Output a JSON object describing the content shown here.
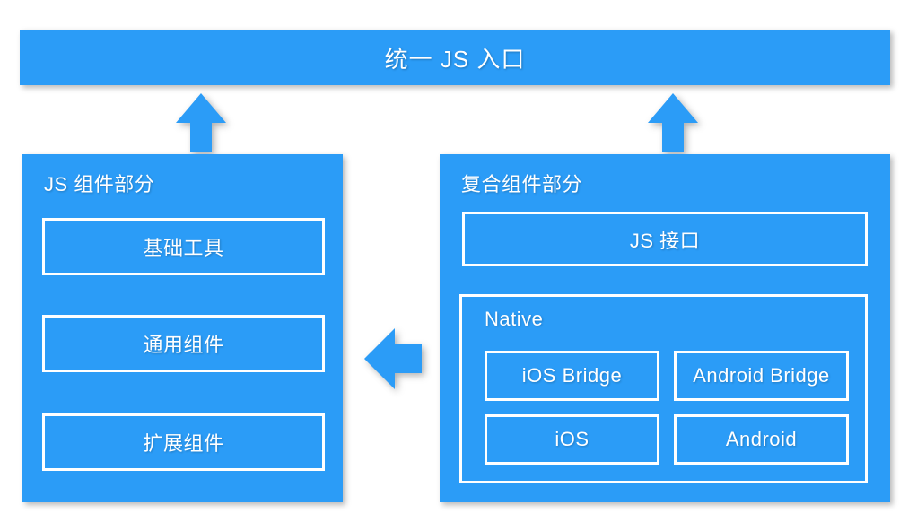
{
  "diagram": {
    "title": "统一 JS 入口",
    "accent_color": "#2b9cf7",
    "border_color": "#ffffff",
    "background_color": "#ffffff",
    "banner": {
      "label": "统一 JS 入口"
    },
    "left_panel": {
      "title": "JS 组件部分",
      "boxes": [
        {
          "label": "基础工具"
        },
        {
          "label": "通用组件"
        },
        {
          "label": "扩展组件"
        }
      ]
    },
    "right_panel": {
      "title": "复合组件部分",
      "js_interface": {
        "label": "JS 接口"
      },
      "native": {
        "title": "Native",
        "boxes": [
          {
            "label": "iOS Bridge"
          },
          {
            "label": "Android Bridge"
          },
          {
            "label": "iOS"
          },
          {
            "label": "Android"
          }
        ]
      }
    },
    "arrows": [
      {
        "name": "arrow-up-left",
        "direction": "up",
        "from": "JS 组件部分",
        "to": "统一 JS 入口"
      },
      {
        "name": "arrow-up-right",
        "direction": "up",
        "from": "复合组件部分",
        "to": "统一 JS 入口"
      },
      {
        "name": "arrow-left",
        "direction": "left",
        "from": "复合组件部分",
        "to": "JS 组件部分"
      }
    ]
  }
}
